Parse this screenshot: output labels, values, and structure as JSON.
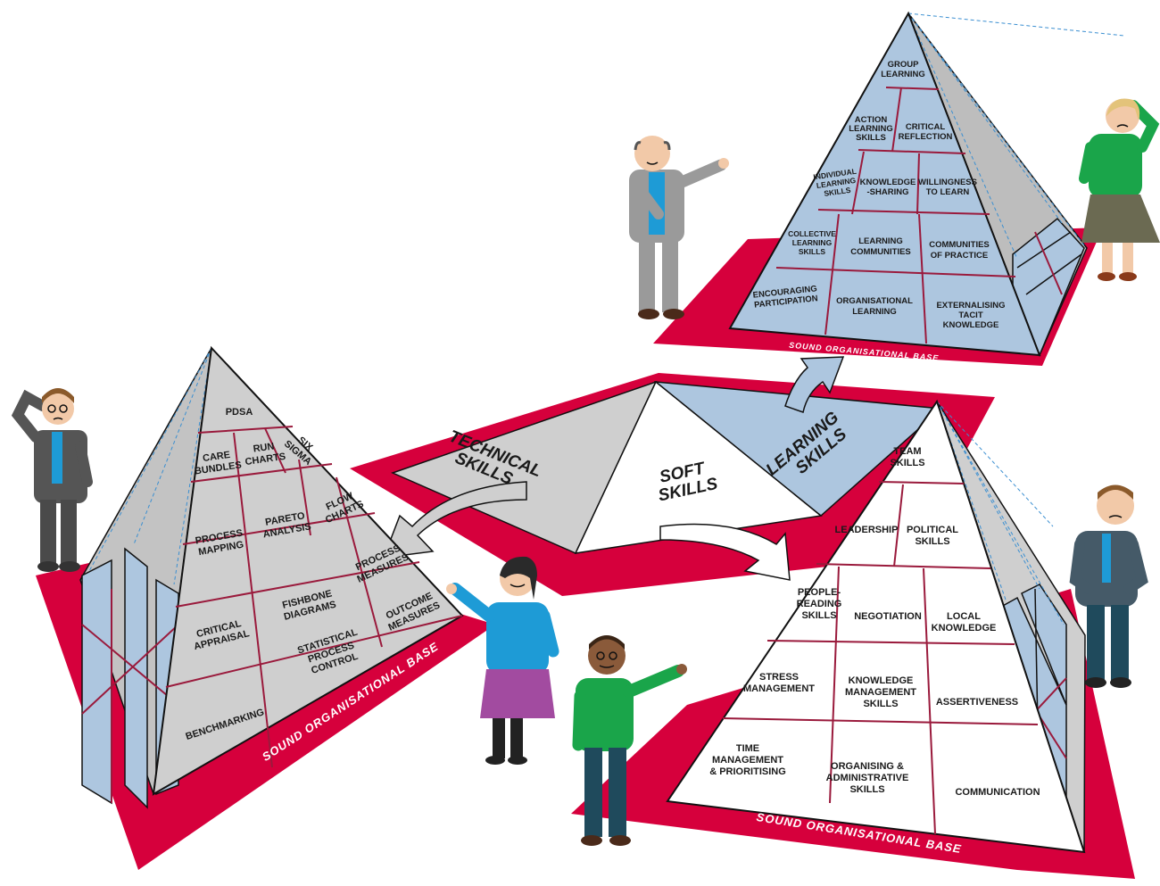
{
  "center": {
    "technical": [
      "TECHNICAL",
      "SKILLS"
    ],
    "soft": [
      "SOFT",
      "SKILLS"
    ],
    "learning": [
      "LEARNING",
      "SKILLS"
    ]
  },
  "base_label": "SOUND ORGANISATIONAL BASE",
  "technical_pyramid": {
    "cells": {
      "pdsa": [
        "PDSA"
      ],
      "care_bundles": [
        "CARE",
        "BUNDLES"
      ],
      "run_charts": [
        "RUN",
        "CHARTS"
      ],
      "six_sigma": [
        "SIX",
        "SIGMA"
      ],
      "process_mapping": [
        "PROCESS",
        "MAPPING"
      ],
      "pareto_analysis": [
        "PARETO",
        "ANALYSIS"
      ],
      "flow_charts": [
        "FLOW",
        "CHARTS"
      ],
      "critical_appraisal": [
        "CRITICAL",
        "APPRAISAL"
      ],
      "fishbone_diagrams": [
        "FISHBONE",
        "DIAGRAMS"
      ],
      "process_measures": [
        "PROCESS",
        "MEASURES"
      ],
      "outcome_measures": [
        "OUTCOME",
        "MEASURES"
      ],
      "benchmarking": [
        "BENCHMARKING"
      ],
      "statistical_process_control": [
        "STATISTICAL",
        "PROCESS",
        "CONTROL"
      ]
    }
  },
  "learning_pyramid": {
    "cells": {
      "group_learning": [
        "GROUP",
        "LEARNING"
      ],
      "action_learning_skills": [
        "ACTION",
        "LEARNING",
        "SKILLS"
      ],
      "critical_reflection": [
        "CRITICAL",
        "REFLECTION"
      ],
      "individual_learning_skills": [
        "INDIVIDUAL",
        "LEARNING",
        "SKILLS"
      ],
      "knowledge_sharing": [
        "KNOWLEDGE",
        "-SHARING"
      ],
      "willingness_to_learn": [
        "WILLINGNESS",
        "TO LEARN"
      ],
      "collective_learning_skills": [
        "COLLECTIVE",
        "LEARNING",
        "SKILLS"
      ],
      "learning_communities": [
        "LEARNING",
        "COMMUNITIES"
      ],
      "communities_of_practice": [
        "COMMUNITIES",
        "OF PRACTICE"
      ],
      "encouraging_participation": [
        "ENCOURAGING",
        "PARTICIPATION"
      ],
      "organisational_learning": [
        "ORGANISATIONAL",
        "LEARNING"
      ],
      "externalising_tacit_knowledge": [
        "EXTERNALISING",
        "TACIT",
        "KNOWLEDGE"
      ]
    }
  },
  "soft_pyramid": {
    "cells": {
      "team_skills": [
        "TEAM",
        "SKILLS"
      ],
      "leadership": [
        "LEADERSHIP"
      ],
      "political_skills": [
        "POLITICAL",
        "SKILLS"
      ],
      "people_reading_skills": [
        "PEOPLE-",
        "READING",
        "SKILLS"
      ],
      "negotiation": [
        "NEGOTIATION"
      ],
      "local_knowledge": [
        "LOCAL",
        "KNOWLEDGE"
      ],
      "stress_management": [
        "STRESS",
        "MANAGEMENT"
      ],
      "knowledge_management_skills": [
        "KNOWLEDGE",
        "MANAGEMENT",
        "SKILLS"
      ],
      "assertiveness": [
        "ASSERTIVENESS"
      ],
      "time_management": [
        "TIME",
        "MANAGEMENT",
        "& PRIORITISING"
      ],
      "organising_administrative": [
        "ORGANISING &",
        "ADMINISTRATIVE",
        "SKILLS"
      ],
      "communication": [
        "COMMUNICATION"
      ]
    }
  },
  "colors": {
    "crimson": "#d6003c",
    "grey_face": "#cfcfcf",
    "blue_face": "#adc6df",
    "line": "#9a1a3c",
    "outline": "#111111"
  }
}
